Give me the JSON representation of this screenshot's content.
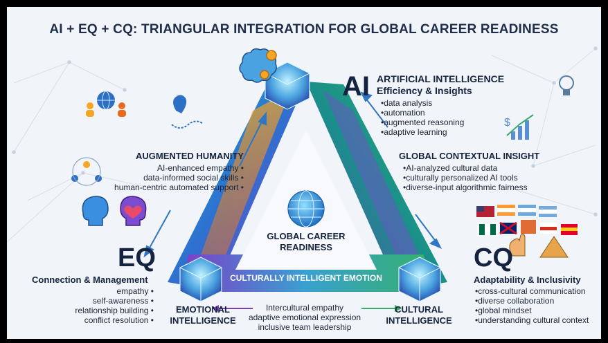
{
  "title": "AI + EQ + CQ: TRIANGULAR INTEGRATION FOR GLOBAL CAREER READINESS",
  "center": {
    "line1": "GLOBAL CAREER",
    "line2": "READINESS"
  },
  "ai": {
    "abbr": "AI",
    "name": "ARTIFICIAL INTELLIGENCE",
    "subtitle": "Efficiency & Insights",
    "items": [
      "data analysis",
      "automation",
      "augmented reasoning",
      "adaptive learning"
    ]
  },
  "eq": {
    "abbr": "EQ",
    "subtitle": "Connection & Management",
    "items": [
      "empathy",
      "self-awareness",
      "relationship building",
      "conflict resolution"
    ],
    "name_line1": "EMOTIONAL",
    "name_line2": "INTELLIGENCE"
  },
  "cq": {
    "abbr": "CQ",
    "subtitle": "Adaptability & Inclusivity",
    "items": [
      "cross-cultural communication",
      "diverse collaboration",
      "global mindset",
      "understanding cultural context"
    ],
    "name_line1": "CULTURAL",
    "name_line2": "INTELLIGENCE"
  },
  "augmented_humanity": {
    "heading": "AUGMENTED HUMANITY",
    "items": [
      "AI-enhanced empathy",
      "data-informed social skills",
      "human-centric automated support"
    ]
  },
  "global_contextual_insight": {
    "heading": "GLOBAL CONTEXTUAL INSIGHT",
    "items": [
      "AI-analyzed cultural data",
      "culturally personalized AI tools",
      "diverse-input algorithmic fairness"
    ]
  },
  "culturally_intelligent_emotion": {
    "heading": "CULTURALLY INTELLIGENT EMOTION",
    "items": [
      "Intercultural empathy",
      "adaptive emotional expression",
      "inclusive team leadership"
    ]
  },
  "icons": [
    "brain-gear-icon",
    "globe-people-icon",
    "route-pin-icon",
    "org-chart-icon",
    "heads-heart-icon",
    "lightbulb-icon",
    "growth-chart-icon",
    "world-flags-icon",
    "globe-icon",
    "cube-icon"
  ],
  "colors": {
    "title": "#1f2d4a",
    "accent_blue": "#2f76c5",
    "accent_green": "#3aa86a",
    "accent_purple": "#7a3fb5",
    "background": "#f1f5f9"
  }
}
